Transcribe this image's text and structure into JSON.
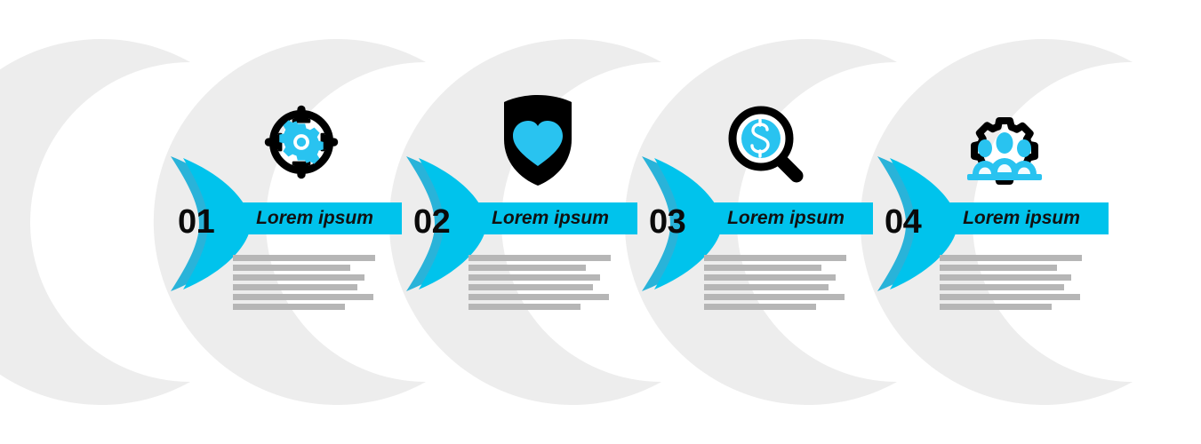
{
  "page": {
    "title": "Four step process infographic",
    "background_color": "#ffffff"
  },
  "theme": {
    "accent": "#00c3ec",
    "accent_dark": "#29b3d9",
    "arc_gray": "#ededed",
    "line_gray": "#b6b6b6",
    "number_color": "#0a0a0a",
    "label_color": "#111111",
    "icon_dark": "#000000"
  },
  "steps": [
    {
      "number": "01",
      "label": "Lorem ipsum",
      "icon": "target-gear-team-icon",
      "line_widths": [
        160,
        132,
        148,
        140,
        158,
        126
      ]
    },
    {
      "number": "02",
      "label": "Lorem ipsum",
      "icon": "shield-heart-icon",
      "line_widths": [
        160,
        132,
        148,
        140,
        158,
        126
      ]
    },
    {
      "number": "03",
      "label": "Lorem ipsum",
      "icon": "magnifier-dollar-icon",
      "line_widths": [
        160,
        132,
        148,
        140,
        158,
        126
      ]
    },
    {
      "number": "04",
      "label": "Lorem ipsum",
      "icon": "gear-team-icon",
      "line_widths": [
        160,
        132,
        148,
        140,
        158,
        126
      ]
    }
  ]
}
